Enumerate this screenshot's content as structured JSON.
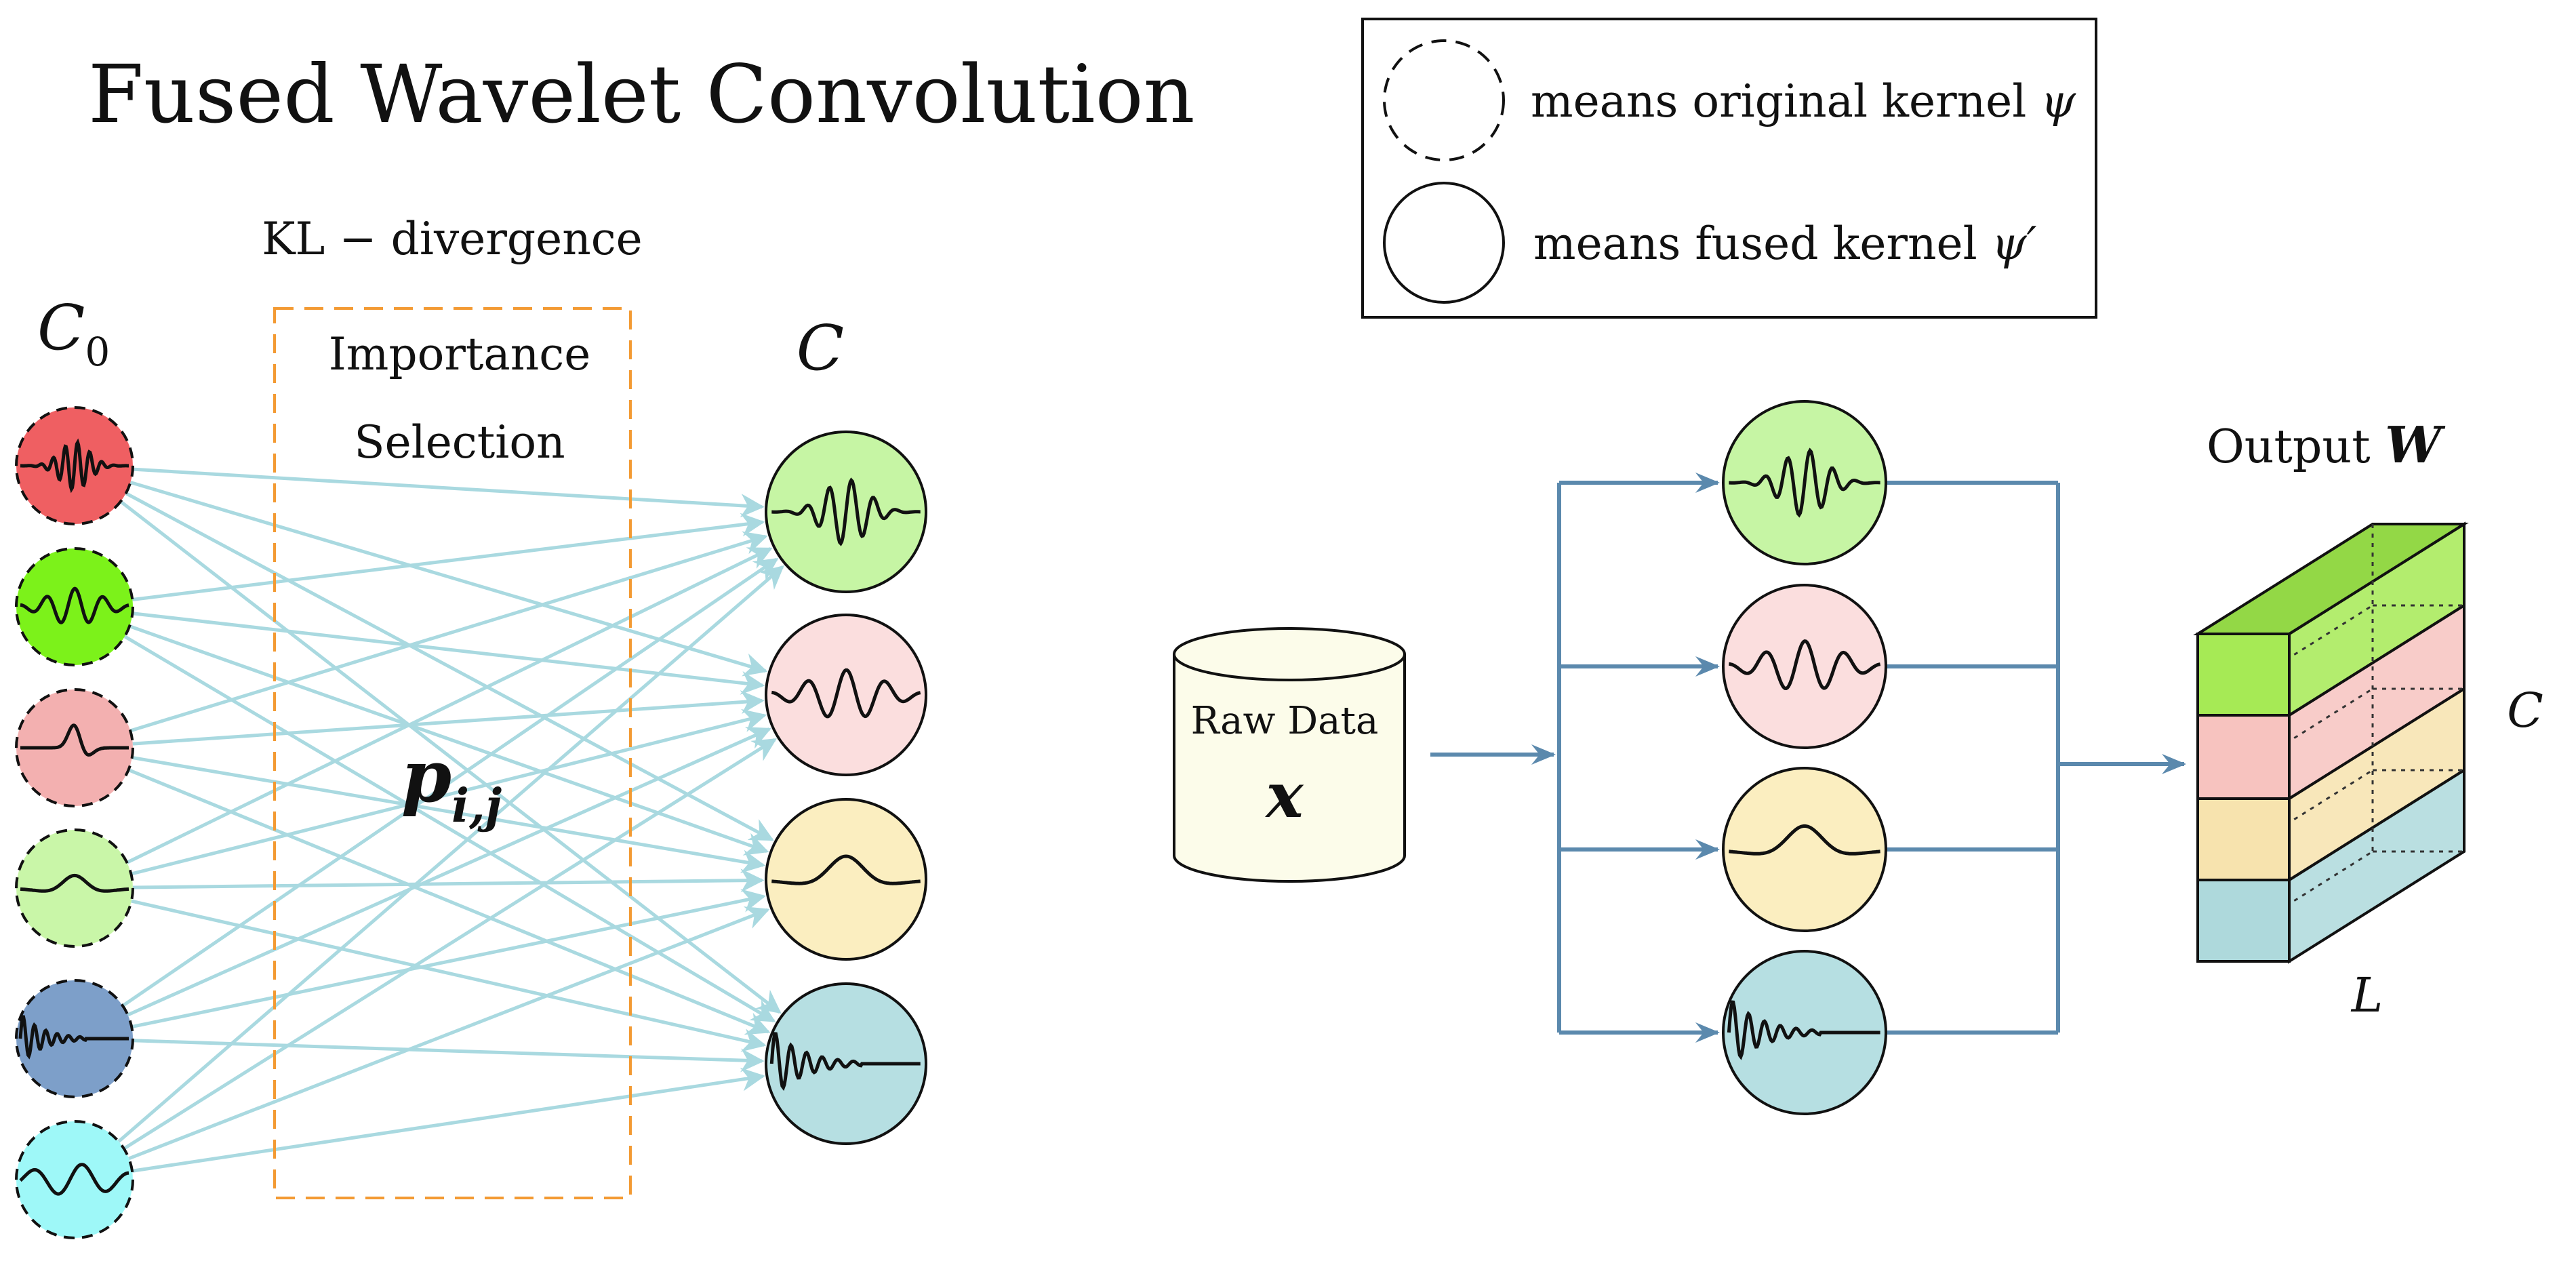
{
  "title": "Fused Wavelet Convolution",
  "legend": {
    "dashed_text": "means original kernel ",
    "dashed_symbol": "ψ",
    "solid_text": "means fused kernel ",
    "solid_symbol": "ψ′"
  },
  "left": {
    "input_label": "C",
    "input_label_sub": "0",
    "output_label": "C",
    "kl_label": "KL − divergence",
    "box_label_line1": "Importance",
    "box_label_line2": "Selection",
    "weight_label": "p",
    "weight_label_sub": "i,j",
    "input_kernels": [
      {
        "color": "#ef5f62",
        "wave": "dense-burst"
      },
      {
        "color": "#7cf21a",
        "wave": "oscillation"
      },
      {
        "color": "#f3b0b0",
        "wave": "single-spike"
      },
      {
        "color": "#c9f6a8",
        "wave": "wide-bump"
      },
      {
        "color": "#7d9fc9",
        "wave": "decaying-oscillation"
      },
      {
        "color": "#9ef8f8",
        "wave": "slow-wave"
      }
    ],
    "output_kernels": [
      {
        "color": "#c6f5a4",
        "wave": "burst"
      },
      {
        "color": "#fbdede",
        "wave": "oscillation"
      },
      {
        "color": "#fbeec0",
        "wave": "single-bump"
      },
      {
        "color": "#b6dfe2",
        "wave": "decaying-oscillation"
      }
    ],
    "connection_color": "#a9d9e0",
    "box_color": "#f39a33"
  },
  "right": {
    "raw_data_label": "Raw Data",
    "raw_data_symbol": "x",
    "arrow_color": "#5b89ad",
    "kernels": [
      {
        "color": "#c6f5a4",
        "wave": "burst"
      },
      {
        "color": "#fbdede",
        "wave": "oscillation"
      },
      {
        "color": "#fbeec0",
        "wave": "single-bump"
      },
      {
        "color": "#b6dfe2",
        "wave": "decaying-oscillation"
      }
    ],
    "output_label": "Output ",
    "output_symbol": "W",
    "dim_c": "C",
    "dim_l": "L",
    "layer_colors": [
      "#a6ea55",
      "#f7c3bf",
      "#f7e3ae",
      "#aed9dc"
    ]
  }
}
